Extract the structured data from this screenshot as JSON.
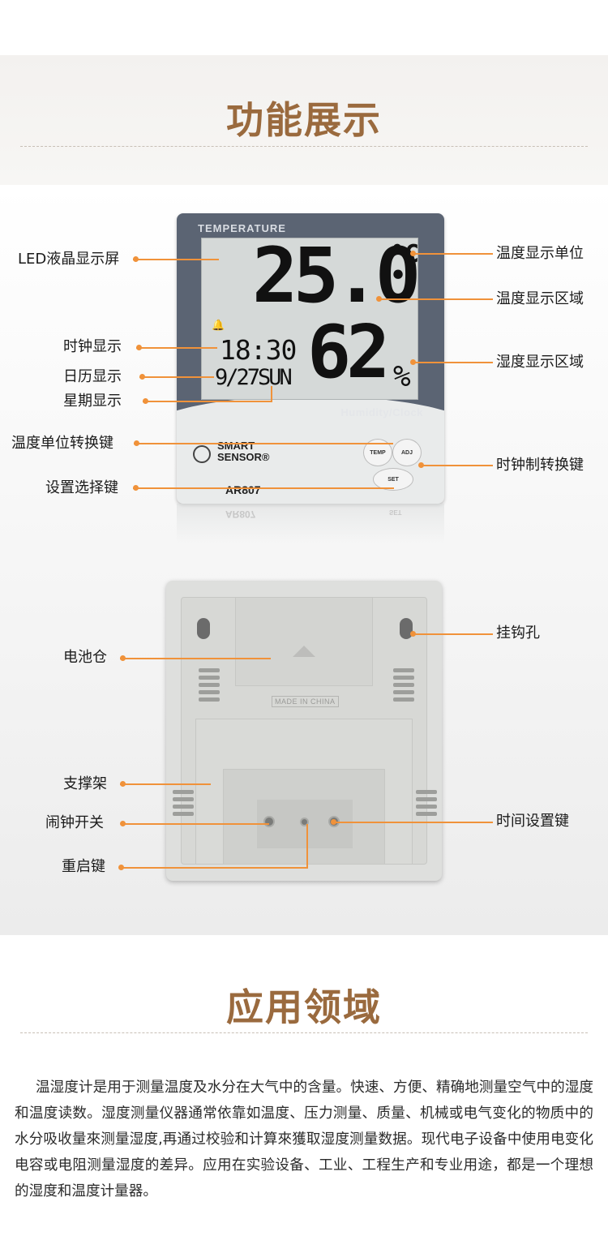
{
  "sections": {
    "feature_title": "功能展示",
    "application_title": "应用领域"
  },
  "device": {
    "temperature_label": "TEMPERATURE",
    "temp_value": "25.0",
    "temp_unit": "°C",
    "clock_value": "18:30",
    "date_value": "9/27SUN",
    "humidity_value": "62",
    "humidity_unit": "%",
    "panel_label": "Humidity/Clock",
    "brand_line1": "SMART",
    "brand_line2": "SENSOR®",
    "model": "AR807",
    "buttons": {
      "temp": "TEMP",
      "adj": "ADJ",
      "set": "SET"
    },
    "back_made": "MADE IN CHINA"
  },
  "callouts": {
    "led_screen": "LED液晶显示屏",
    "clock_display": "时钟显示",
    "calendar_display": "日历显示",
    "week_display": "星期显示",
    "temp_unit_key": "温度单位转换键",
    "set_key": "设置选择键",
    "temp_unit_display": "温度显示单位",
    "temp_area": "温度显示区域",
    "humidity_area": "湿度显示区域",
    "clock_mode_key": "时钟制转换键",
    "battery": "电池仓",
    "hook_hole": "挂钩孔",
    "stand": "支撑架",
    "alarm_switch": "闹钟开关",
    "reset_key": "重启键",
    "time_set_key": "时间设置键"
  },
  "application_text": "温湿度计是用于测量温度及水分在大气中的含量。快速、方便、精确地测量空气中的湿度和温度读数。湿度测量仪器通常依靠如温度、压力测量、质量、机械或电气变化的物质中的水分吸收量來测量湿度,再通过校验和计算來獲取湿度测量数据。现代电子设备中使用电变化电容或电阻测量湿度的差异。应用在实验设备、工业、工程生产和专业用途，都是一个理想的湿度和温度计量器。",
  "colors": {
    "title": "#9a6a3e",
    "leader": "#f0923a"
  }
}
